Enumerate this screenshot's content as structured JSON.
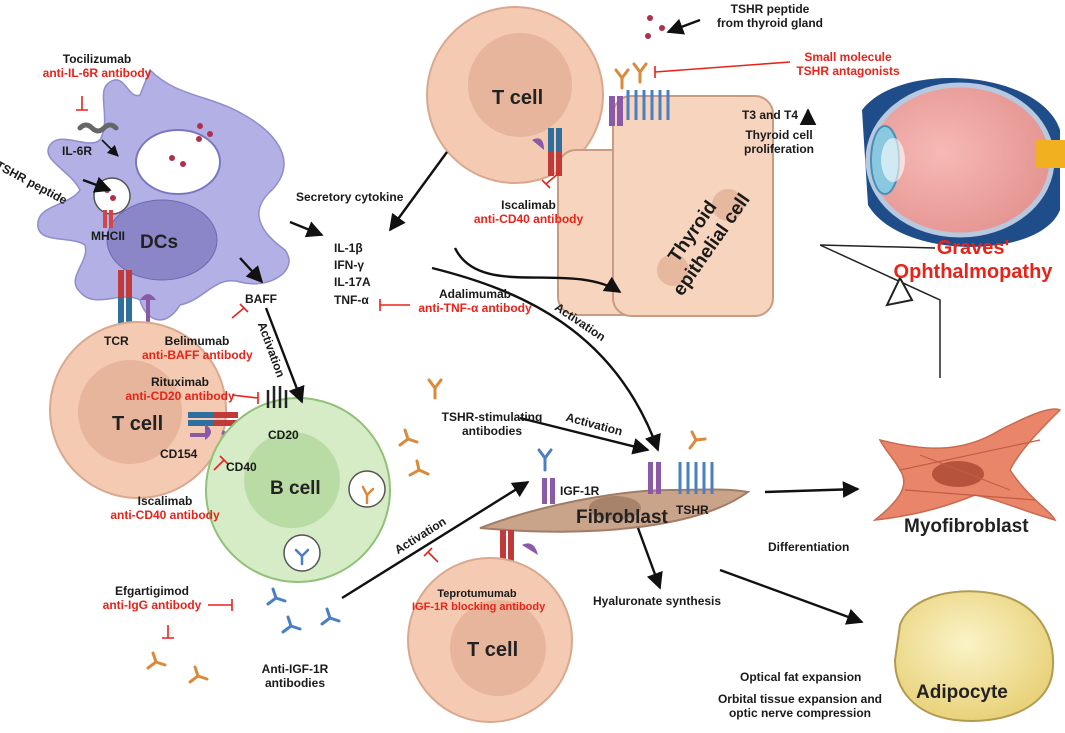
{
  "cells": {
    "dcs": "DCs",
    "t_cell_top": "T cell",
    "t_cell_left": "T cell",
    "t_cell_bottom": "T cell",
    "b_cell": "B cell",
    "thyroid_line1": "Thyroid",
    "thyroid_line2": "epithelial cell",
    "fibroblast": "Fibroblast",
    "myofibroblast": "Myofibroblast",
    "adipocyte": "Adipocyte"
  },
  "labels": {
    "il6r": "IL-6R",
    "tshr_peptide": "TSHR peptide",
    "mhcii": "MHCII",
    "tcr": "TCR",
    "cd154": "CD154",
    "cd40": "CD40",
    "cd20": "CD20",
    "baff": "BAFF",
    "igf1r": "IGF-1R",
    "tshr": "TSHR",
    "secretory_cytokine": "Secretory cytokine",
    "cytokines": [
      "IL-1β",
      "IFN-γ",
      "IL-17A",
      "TNF-α"
    ],
    "tshr_from_thyroid_1": "TSHR peptide",
    "tshr_from_thyroid_2": "from thyroid gland",
    "t3t4": "T3 and T4",
    "thyroid_prolif_1": "Thyroid cell",
    "thyroid_prolif_2": "proliferation",
    "graves_1": "Graves'",
    "graves_2": "Ophthalmopathy",
    "tsab_1": "TSHR-stimulating",
    "tsab_2": "antibodies",
    "anti_igf_1": "Anti-IGF-1R",
    "anti_igf_2": "antibodies",
    "hyaluronate": "Hyaluronate synthesis",
    "differentiation": "Differentiation",
    "optical_fat": "Optical fat expansion",
    "orbital_1": "Orbital tissue expansion and",
    "orbital_2": "optic nerve compression",
    "activation": "Activation"
  },
  "drugs": {
    "tocilizumab": {
      "name": "Tocilizumab",
      "target": "anti-IL-6R antibody"
    },
    "small_molecule": {
      "line1": "Small molecule",
      "line2": "TSHR antagonists"
    },
    "iscalimab_top": {
      "name": "Iscalimab",
      "target": "anti-CD40 antibody"
    },
    "adalimumab": {
      "name": "Adalimumab",
      "target": "anti-TNF-α antibody"
    },
    "belimumab": {
      "name": "Belimumab",
      "target": "anti-BAFF antibody"
    },
    "rituximab": {
      "name": "Rituximab",
      "target": "anti-CD20 antibody"
    },
    "iscalimab_left": {
      "name": "Iscalimab",
      "target": "anti-CD40 antibody"
    },
    "efgartigimod": {
      "name": "Efgartigimod",
      "target": "anti-IgG antibody"
    },
    "teprotumumab": {
      "name": "Teprotumumab",
      "target": "IGF-1R blocking antibody"
    }
  },
  "colors": {
    "dc": "#b2b0e4",
    "dc_nucleus": "#8a86c8",
    "t_cell": "#f4cbb2",
    "t_nucleus": "#e7b49c",
    "b_cell": "#d6ecc6",
    "b_nucleus": "#b9dca4",
    "thyroid": "#f6d4bd",
    "fibroblast": "#c9a48b",
    "adipocyte": "#f5e7a0",
    "inhibitor_red": "#e8231a",
    "antibody_orange": "#d98a3a",
    "antibody_blue": "#4a7fc1",
    "receptor_purple": "#8a5aa8",
    "myofibroblast": "#e9866a"
  }
}
